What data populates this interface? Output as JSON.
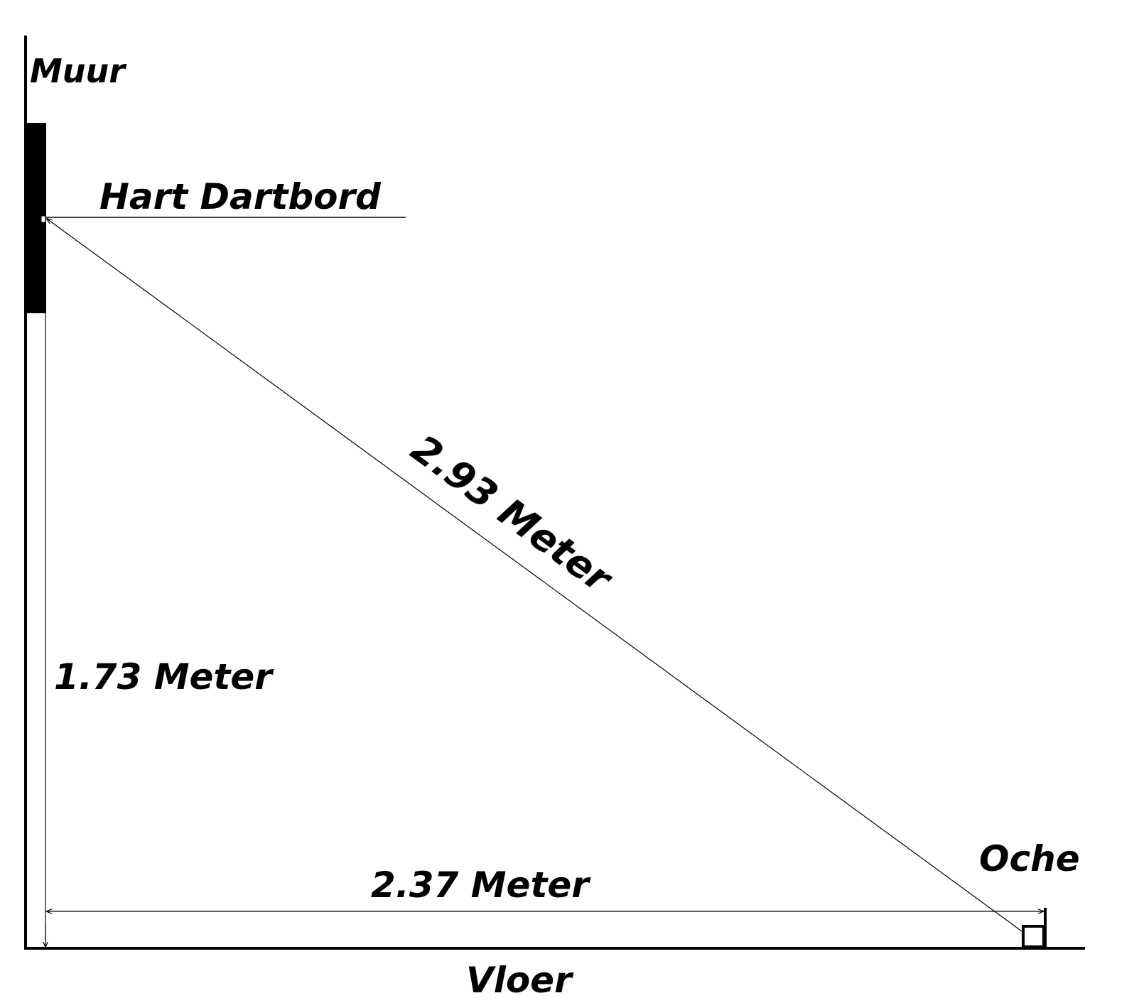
{
  "labels": {
    "wall": "Muur",
    "bullseye": "Hart Dartbord",
    "height": "1.73 Meter",
    "diagonal": "2.93 Meter",
    "distance": "2.37 Meter",
    "oche": "Oche",
    "floor": "Vloer"
  },
  "colors": {
    "line": "#000000",
    "board": "#000000",
    "background": "#ffffff"
  }
}
